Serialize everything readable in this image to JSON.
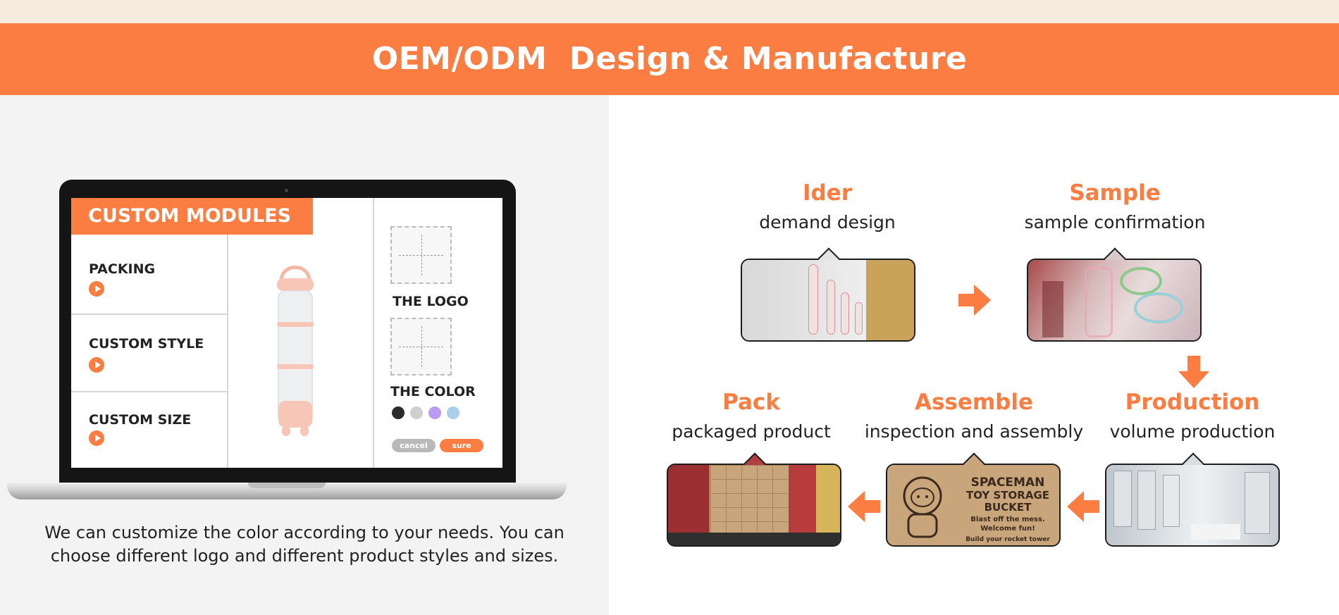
{
  "banner": {
    "title": "OEM/ODM  Design & Manufacture"
  },
  "screen": {
    "title": "CUSTOM MODULES",
    "modules": [
      {
        "label": "PACKING"
      },
      {
        "label": "CUSTOM STYLE"
      },
      {
        "label": "CUSTOM SIZE"
      }
    ],
    "logo_label": "THE LOGO",
    "color_label": "THE COLOR",
    "swatches": [
      "#2b2b2b",
      "#cfcfcf",
      "#b79cf2",
      "#a9cfea"
    ],
    "cancel_label": "cancel",
    "sure_label": "sure"
  },
  "caption": {
    "line1": "We can customize the color according to your needs. You can",
    "line2": "choose different logo and different product styles and sizes."
  },
  "steps": [
    {
      "title": "Ider",
      "subtitle": "demand design"
    },
    {
      "title": "Sample",
      "subtitle": "sample confirmation"
    },
    {
      "title": "Production",
      "subtitle": "volume production"
    },
    {
      "title": "Assemble",
      "subtitle": "inspection and assembly"
    },
    {
      "title": "Pack",
      "subtitle": "packaged product"
    }
  ],
  "bucket_label": {
    "line1": "SPACEMAN",
    "line2": "TOY STORAGE",
    "line3": "BUCKET",
    "line4": "Blast off the mess.",
    "line5": "Welcome fun!",
    "line6": "Build your rocket tower"
  },
  "colors": {
    "accent": "#fb7d42",
    "banner_top": "#f7ebdf",
    "left_bg": "#f3f3f3"
  }
}
